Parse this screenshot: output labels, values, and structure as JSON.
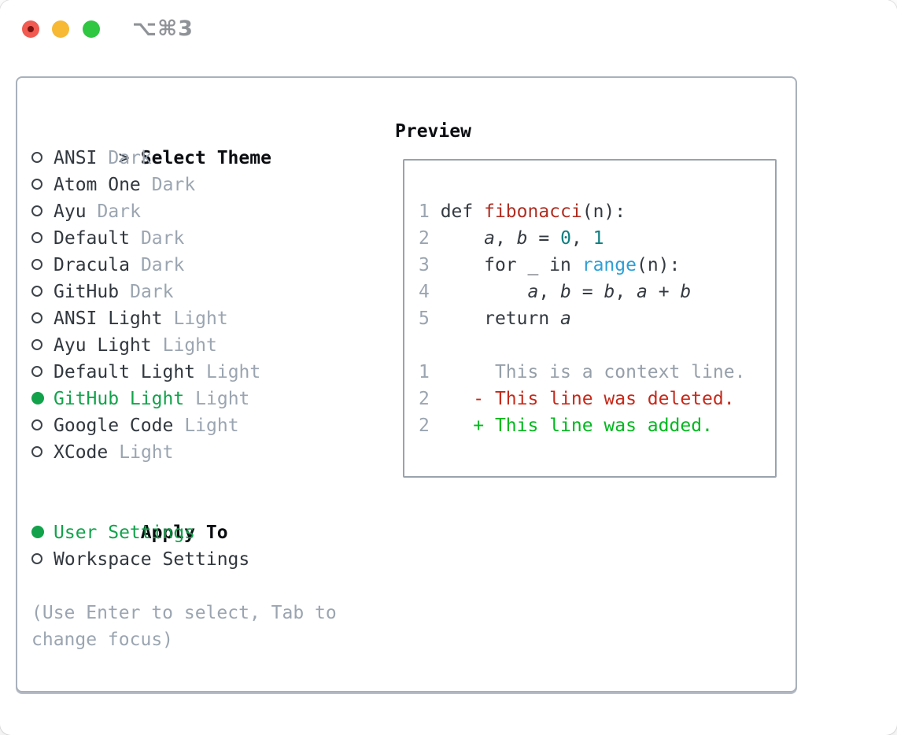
{
  "window": {
    "title": "⌥⌘3"
  },
  "colors": {
    "accent": "#12a24b",
    "muted": "#9ba5b1",
    "close": "#f15b51",
    "close-dot": "#7a1310",
    "min": "#f7b834",
    "max": "#2fc642",
    "func": "#b02e22",
    "number": "#0e7e80",
    "builtin": "#2e9fd6",
    "context": "#969fa9",
    "deleted": "#c6291a",
    "added": "#00b81e"
  },
  "selector": {
    "prompt": ">",
    "title": "Select Theme",
    "themes": [
      {
        "name": "ANSI",
        "variant": "Dark",
        "selected": false
      },
      {
        "name": "Atom One",
        "variant": "Dark",
        "selected": false
      },
      {
        "name": "Ayu",
        "variant": "Dark",
        "selected": false
      },
      {
        "name": "Default",
        "variant": "Dark",
        "selected": false
      },
      {
        "name": "Dracula",
        "variant": "Dark",
        "selected": false
      },
      {
        "name": "GitHub",
        "variant": "Dark",
        "selected": false
      },
      {
        "name": "ANSI Light",
        "variant": "Light",
        "selected": false
      },
      {
        "name": "Ayu Light",
        "variant": "Light",
        "selected": false
      },
      {
        "name": "Default Light",
        "variant": "Light",
        "selected": false
      },
      {
        "name": "GitHub Light",
        "variant": "Light",
        "selected": true
      },
      {
        "name": "Google Code",
        "variant": "Light",
        "selected": false
      },
      {
        "name": "XCode",
        "variant": "Light",
        "selected": false
      }
    ],
    "apply_to": {
      "title": "Apply To",
      "options": [
        {
          "name": "User Settings",
          "selected": true
        },
        {
          "name": "Workspace Settings",
          "selected": false
        }
      ]
    },
    "hint_lines": [
      "(Use Enter to select, Tab to",
      "change focus)"
    ]
  },
  "preview": {
    "title": "Preview",
    "code_lines": [
      {
        "num": "1",
        "tokens": [
          {
            "t": "def ",
            "c": "plain"
          },
          {
            "t": "fibonacci",
            "c": "func"
          },
          {
            "t": "(n):",
            "c": "plain"
          }
        ]
      },
      {
        "num": "2",
        "tokens": [
          {
            "t": "    ",
            "c": "plain"
          },
          {
            "t": "a",
            "c": "var"
          },
          {
            "t": ", ",
            "c": "plain"
          },
          {
            "t": "b",
            "c": "var"
          },
          {
            "t": " = ",
            "c": "plain"
          },
          {
            "t": "0",
            "c": "num"
          },
          {
            "t": ", ",
            "c": "plain"
          },
          {
            "t": "1",
            "c": "num"
          }
        ]
      },
      {
        "num": "3",
        "tokens": [
          {
            "t": "    for _ in ",
            "c": "plain"
          },
          {
            "t": "range",
            "c": "builtin"
          },
          {
            "t": "(n):",
            "c": "plain"
          }
        ]
      },
      {
        "num": "4",
        "tokens": [
          {
            "t": "        ",
            "c": "plain"
          },
          {
            "t": "a",
            "c": "var"
          },
          {
            "t": ", ",
            "c": "plain"
          },
          {
            "t": "b",
            "c": "var"
          },
          {
            "t": " = ",
            "c": "plain"
          },
          {
            "t": "b",
            "c": "var"
          },
          {
            "t": ", ",
            "c": "plain"
          },
          {
            "t": "a",
            "c": "var"
          },
          {
            "t": " + ",
            "c": "plain"
          },
          {
            "t": "b",
            "c": "var"
          }
        ]
      },
      {
        "num": "5",
        "tokens": [
          {
            "t": "    return ",
            "c": "plain"
          },
          {
            "t": "a",
            "c": "var"
          }
        ]
      }
    ],
    "diff_lines": [
      {
        "num": "1",
        "tokens": [
          {
            "t": "     This is a context line.",
            "c": "context"
          }
        ]
      },
      {
        "num": "2",
        "tokens": [
          {
            "t": "   - This line was deleted.",
            "c": "deleted"
          }
        ]
      },
      {
        "num": "2",
        "tokens": [
          {
            "t": "   + This line was added.",
            "c": "added"
          }
        ]
      }
    ]
  }
}
